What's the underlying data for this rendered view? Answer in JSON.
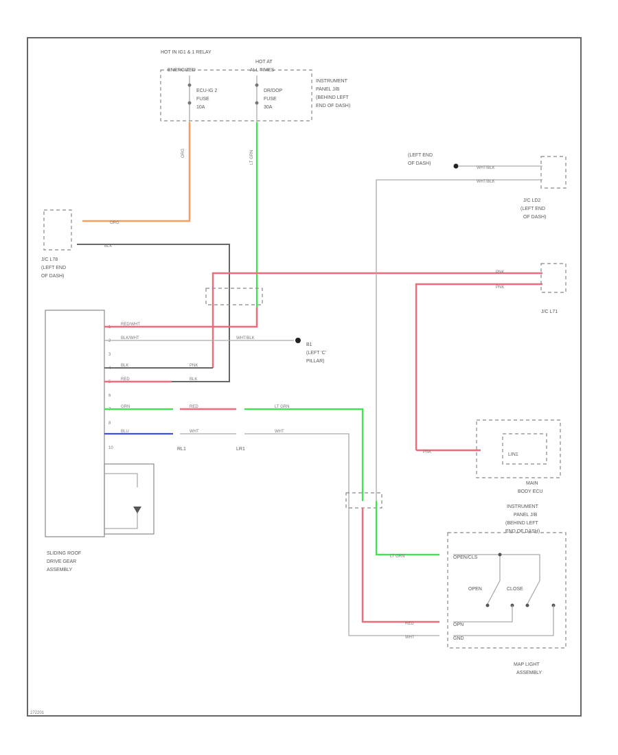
{
  "labels": {
    "hot_relay": "HOT IN IG1 & 1 RELAY",
    "hot_relay_sub": "ENERGIZED",
    "hot_at_all": "HOT AT",
    "hot_at_all_sub": "ALL TIMES",
    "fuse1_line1": "ECU-IG 2",
    "fuse1_line2": "FUSE",
    "fuse1_line3": "10A",
    "fuse2_line1": "DR/DOP",
    "fuse2_line2": "FUSE",
    "fuse2_line3": "30A",
    "ipjb1_line1": "INSTRUMENT",
    "ipjb1_line2": "PANEL J/B",
    "ipjb1_line3": "(BEHIND LEFT",
    "ipjb1_line4": "END OF DASH)",
    "left_end_line1": "(LEFT END",
    "left_end_line2": "OF DASH)",
    "jc_ld_line1": "J/C LD2",
    "jc_ld_line2": "(LEFT END",
    "jc_ld_line3": "OF DASH)",
    "jc_l78_line1": "J/C L78",
    "jc_l78_line2": "(LEFT END",
    "jc_l78_line3": "OF DASH)",
    "jc_l71": "J/C L71",
    "ground_id": "B1",
    "ground_line1": "(LEFT 'C'",
    "ground_line2": "PILLAR)",
    "sunroof_line1": "SLIDING ROOF",
    "sunroof_line2": "DRIVE GEAR",
    "sunroof_line3": "ASSEMBLY",
    "main_body_line1": "MAIN",
    "main_body_line2": "BODY ECU",
    "main_body_lin": "LIN1",
    "ipjb2_line1": "INSTRUMENT",
    "ipjb2_line2": "PANEL J/B",
    "ipjb2_line3": "(BEHIND LEFT",
    "ipjb2_line4": "END OF DASH)",
    "map_line1": "MAP LIGHT",
    "map_line2": "ASSEMBLY",
    "open": "OPEN",
    "close": "CLOSE",
    "sw_green": "OPEN/CLS",
    "sw_red": "OPN",
    "sw_wht": "GND",
    "conn_r1": "RL1",
    "conn_lr1": "LR1",
    "footer": "272201"
  },
  "wires": {
    "orange": "ORG",
    "black": "BLK",
    "green_v": "LT GRN",
    "red_ig": "RED/WHT",
    "black_gnd": "BLK/WHT",
    "blk2": "BLK",
    "red2": "RED",
    "grn": "GRN",
    "blu": "BLU",
    "red_mid": "RED",
    "ltgrn": "LT GRN",
    "wht1": "WHT",
    "wht2": "WHT",
    "whtblk": "WHT/BLK",
    "whtblk_top1": "WHT/BLK",
    "whtblk_top2": "WHT/BLK",
    "pnk1": "PNK",
    "pnk2": "PNK",
    "pnk3": "PNK",
    "red_sw": "RED",
    "wht_sw": "WHT",
    "ltgrn_sw": "LT GRN",
    "pnk_r": "PNK",
    "blk_r": "BLK",
    "grn_r": "RED"
  },
  "pins": {
    "p1": "1",
    "p2": "2",
    "p3": "3",
    "p4": "4",
    "p5": "5",
    "p6": "6",
    "p7": "7",
    "p8": "8",
    "p10": "10"
  },
  "colors": {
    "orange": "#f5a060",
    "green": "#38e84a",
    "red": "#f06a7a",
    "blue": "#3a4ef0",
    "gray": "#aaaaaa",
    "dark": "#666666"
  }
}
